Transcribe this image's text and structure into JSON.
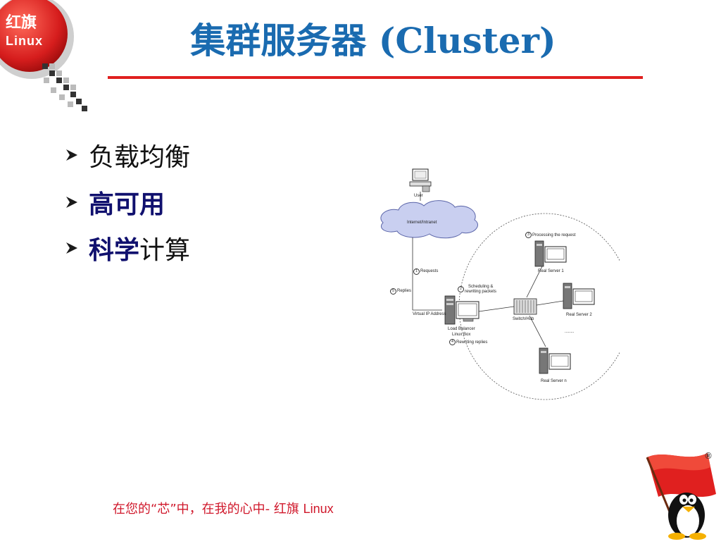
{
  "title": "集群服务器 (Cluster)",
  "logo": {
    "line1": "红旗",
    "line2": "Linux"
  },
  "bullets": [
    {
      "text": "负载均衡"
    },
    {
      "text": "高可用"
    },
    {
      "bold": "科学",
      "normal": "计算"
    }
  ],
  "diagram": {
    "user": "User",
    "internet": "Internet/Intranet",
    "requests": "Requests",
    "replies": "Replies",
    "virtual_ip": "Virtual IP Address",
    "scheduling_line1": "Scheduling &",
    "scheduling_line2": "rewriting packets",
    "processing": "Processing the request",
    "load_balancer_line1": "Load Balancer",
    "load_balancer_line2": "Linux Box",
    "rewriting_replies": "Rewriting replies",
    "switch": "Switch/Hub",
    "real_server_1": "Real Server 1",
    "real_server_2": "Real Server 2",
    "real_server_n": "Real Server n",
    "ellipsis": "........",
    "steps": [
      "1",
      "2",
      "3",
      "4",
      "5"
    ]
  },
  "footer": {
    "cn": "在您的“芯”中，在我的心中- 红旗 ",
    "latin": "Linux"
  },
  "registered": "®",
  "colors": {
    "title": "#1a6bb0",
    "rule": "#e0201f",
    "footer": "#d0182b",
    "bullet_arrow": "#1a1a1a"
  }
}
